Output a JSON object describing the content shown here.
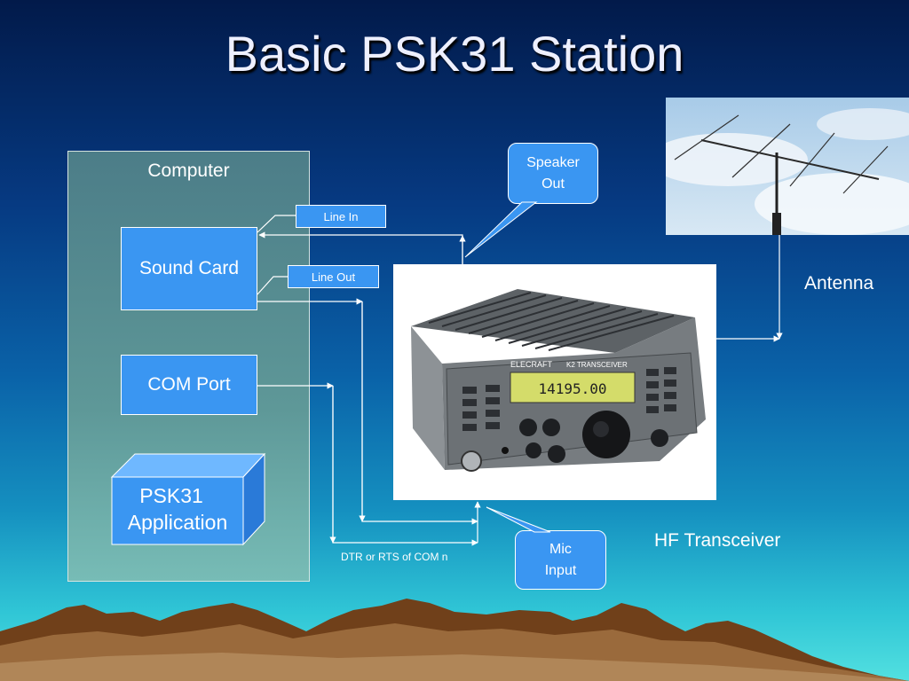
{
  "slide": {
    "title": "Basic PSK31 Station",
    "computer_label": "Computer",
    "sound_card": "Sound Card",
    "com_port": "COM Port",
    "application_line1": "PSK31",
    "application_line2": "Application",
    "line_in": "Line In",
    "line_out": "Line Out",
    "speaker_out_line1": "Speaker",
    "speaker_out_line2": "Out",
    "mic_input_line1": "Mic",
    "mic_input_line2": "Input",
    "antenna": "Antenna",
    "hf_transceiver": "HF Transceiver",
    "dtr_label": "DTR or RTS of COM n",
    "radio_brand": "ELECRAFT",
    "radio_model": "K2 TRANSCEIVER",
    "radio_frequency": "14195.00"
  },
  "colors": {
    "box_fill": "#3a96f2",
    "connector": "#ffffff",
    "title_text": "#eef0ff"
  }
}
